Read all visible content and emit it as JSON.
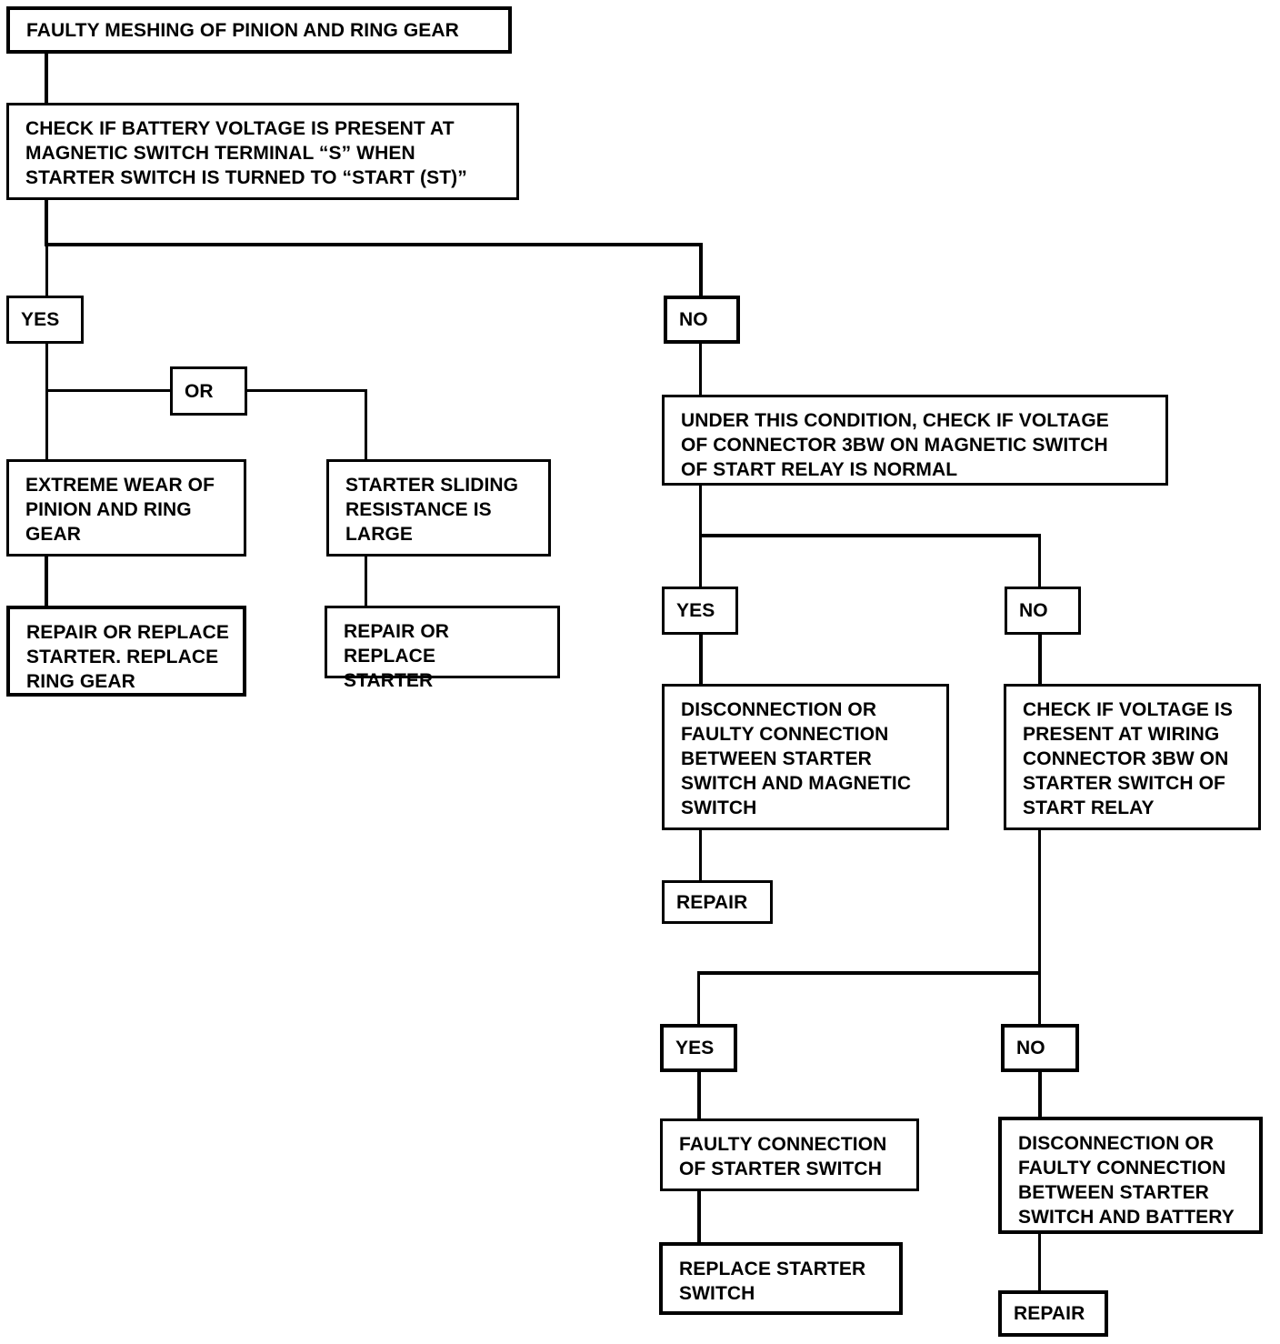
{
  "diagram": {
    "title": "FAULTY MESHING OF PINION AND RING GEAR",
    "type": "troubleshooting-flowchart",
    "nodes": {
      "root": "FAULTY MESHING OF PINION AND RING GEAR",
      "check_battery_voltage": "CHECK IF BATTERY VOLTAGE IS PRESENT AT\nMAGNETIC SWITCH TERMINAL “S” WHEN\nSTARTER SWITCH IS TURNED TO “START (ST)”",
      "yes_1": "YES",
      "no_1": "NO",
      "or_1": "OR",
      "extreme_wear": "EXTREME WEAR OF\nPINION AND RING\nGEAR",
      "starter_sliding": "STARTER SLIDING\nRESISTANCE IS\nLARGE",
      "repair_replace_starter_ring": "REPAIR OR REPLACE\nSTARTER.  REPLACE\nRING GEAR",
      "repair_replace_starter": "REPAIR OR REPLACE\nSTARTER",
      "under_this_condition": "UNDER THIS CONDITION, CHECK IF VOLTAGE\nOF CONNECTOR 3BW ON MAGNETIC SWITCH\nOF START RELAY IS NORMAL",
      "yes_2": "YES",
      "no_2": "NO",
      "disconnection_starter_magnetic": "DISCONNECTION OR\nFAULTY CONNECTION\nBETWEEN STARTER\nSWITCH AND MAGNETIC\nSWITCH",
      "check_voltage_wiring": "CHECK IF VOLTAGE IS\nPRESENT AT WIRING\nCONNECTOR 3BW ON\nSTARTER SWITCH OF\nSTART RELAY",
      "repair_1": "REPAIR",
      "yes_3": "YES",
      "no_3": "NO",
      "faulty_connection_starter_switch": "FAULTY CONNECTION\nOF STARTER SWITCH",
      "disconnection_starter_battery": "DISCONNECTION OR\nFAULTY CONNECTION\nBETWEEN STARTER\nSWITCH AND BATTERY",
      "replace_starter_switch": "REPLACE STARTER\nSWITCH",
      "repair_2": "REPAIR"
    },
    "colors": {
      "ink": "#000000",
      "paper": "#ffffff"
    }
  }
}
